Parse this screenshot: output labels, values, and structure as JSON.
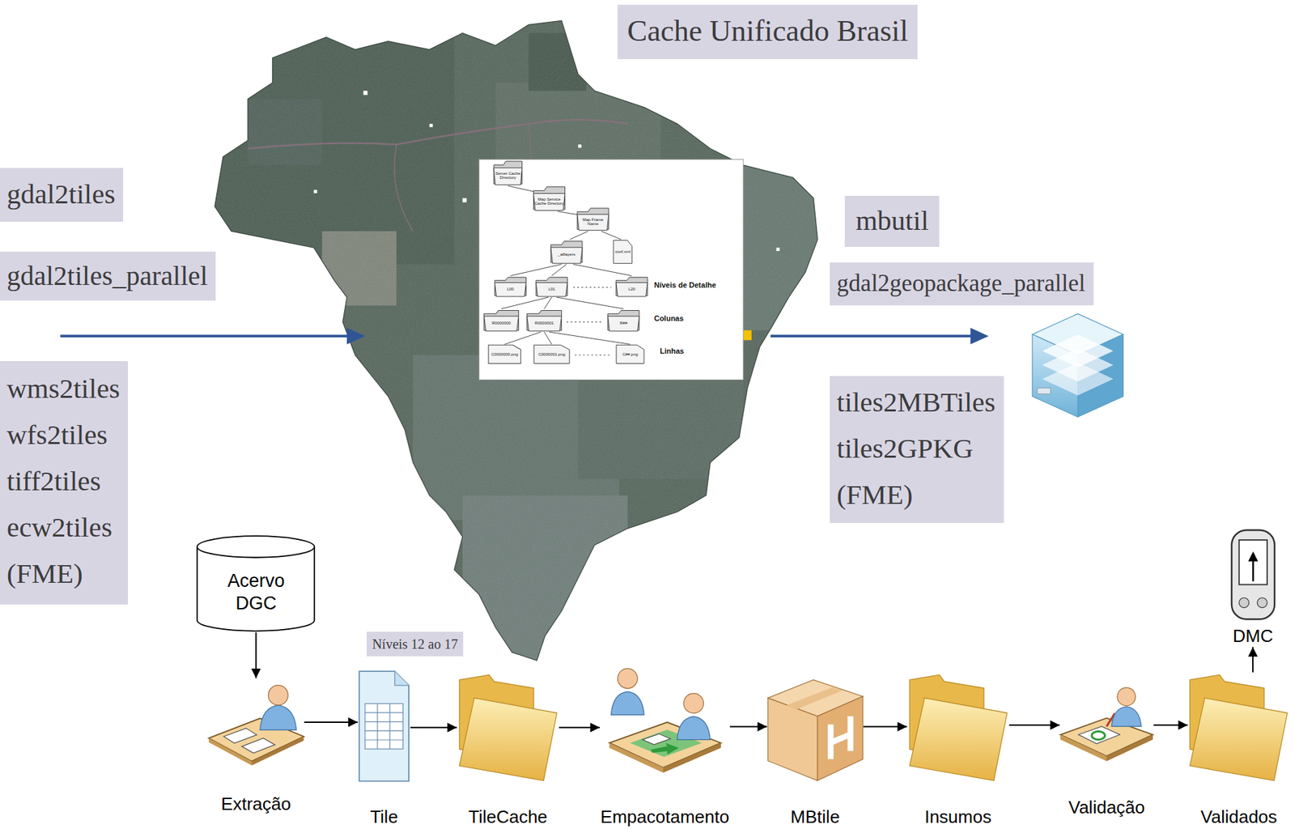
{
  "diagram": {
    "title": "Cache Unificado Brasil",
    "nodes": [
      {
        "text": [
          "gdal2tiles"
        ]
      },
      {
        "text": [
          "gdal2tiles_parallel"
        ]
      },
      {
        "text": [
          "wms2tiles",
          "wfs2tiles",
          "tiff2tiles",
          "ecw2tiles",
          "(FME)"
        ]
      },
      {
        "text": [
          "mbutil"
        ]
      },
      {
        "text": [
          "gdal2geopackage_parallel"
        ]
      },
      {
        "text": [
          "tiles2MBTiles",
          "tiles2GPKG",
          "(FME)"
        ]
      },
      {
        "text": [
          "Acervo DGC"
        ]
      },
      {
        "text": [
          "Níveis 12 ao 17"
        ]
      },
      {
        "text": [
          "DMC"
        ]
      },
      {
        "text": [
          "Extração"
        ]
      },
      {
        "text": [
          "Tile"
        ]
      },
      {
        "text": [
          "TileCache"
        ]
      },
      {
        "text": [
          "Empacotamento"
        ]
      },
      {
        "text": [
          "MBtile"
        ]
      },
      {
        "text": [
          "Insumos"
        ]
      },
      {
        "text": [
          "Validação"
        ]
      },
      {
        "text": [
          "Validados"
        ]
      }
    ],
    "edges": [
      {
        "from": 6,
        "to": 9,
        "arrow": "to"
      },
      {
        "from": 9,
        "to": 10,
        "arrow": "to"
      },
      {
        "from": 10,
        "to": 11,
        "arrow": "to"
      },
      {
        "from": 11,
        "to": 12,
        "arrow": "to"
      },
      {
        "from": 12,
        "to": 13,
        "arrow": "to"
      },
      {
        "from": 13,
        "to": 14,
        "arrow": "to"
      },
      {
        "from": 14,
        "to": 15,
        "arrow": "to"
      },
      {
        "from": 15,
        "to": 16,
        "arrow": "to"
      },
      {
        "from": 16,
        "to": 8,
        "arrow": "to"
      }
    ],
    "labels": [
      "Níveis de Detalhe",
      "Colunas",
      "Linhas",
      "Server Cache Directory",
      "Map Service Cache Directory",
      "Map Frame Name",
      "_alllayers",
      "conf.xml",
      "L00",
      "L01",
      "L20",
      "R0000000",
      "R0000001",
      "R##",
      "C0000000.png",
      "C0000001.png",
      "C##.png"
    ]
  }
}
